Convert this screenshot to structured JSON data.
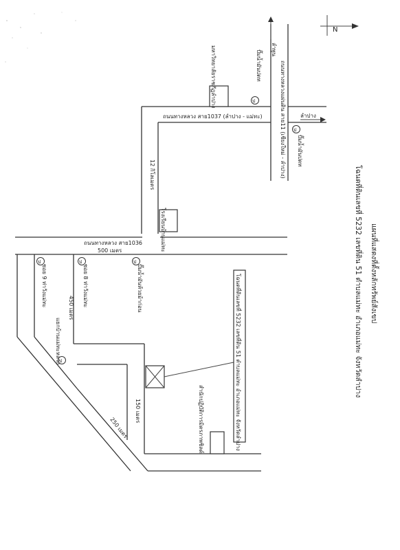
{
  "map": {
    "title": "แผนที่แสดงที่ตั้งหลักทรัพย์สังเขป",
    "subtitle": "โฉนดที่ดินเลขที่ 5232 เลขที่ดิน 51 ตำบลแม่ทะ อำเภอแม่ทะ จังหวัดลำปาง",
    "north_label": "N",
    "roads": {
      "highway_1037": "ถนนทางหลวง สาย1037 (ลำปาง - แม่ทะ)",
      "highway_1036": "ถนนทางหลวง สาย1036",
      "highway_11": "ถนนทางหลวงแผ่นดิน สาย11 (เชียงใหม่ - ลำปาง)"
    },
    "directions": {
      "lamphun": "ลำพูน",
      "lampang": "ลำปาง"
    },
    "distances": {
      "d12km": "12 กิโลเมตร",
      "d500m": "500 เมตร",
      "d450m": "450 เมตร",
      "d150m": "150 เมตร",
      "d250m": "250 เมตร"
    },
    "places": {
      "ptt_station": "ปั๊มน้ำมันปตท",
      "rajabhat": "มหาวิทยาลัยราชภัฏลำปาง",
      "school": "โรงเรียนบ้านแม่ทะ",
      "huai_ma_kon": "ปั๊มน้ำมันห้วยม้าก่อน",
      "sub9": "ซอย 9 ท่าวังแม่ทะ",
      "sub8": "ซอย 8 ท่าวังแม่ทะ",
      "ban_mae_tha": "แยกบ้านแม่ทะหลวง",
      "office_label": "สำนักปฏิบัติการมิตรภาพชิลด์",
      "subject_plot": "โฉนดที่ดินเลขที่ 5232 เลขที่ดิน 51 ตำบลแม่ทะ อำเภอแม่ทะ จังหวัดลำปาง"
    }
  }
}
